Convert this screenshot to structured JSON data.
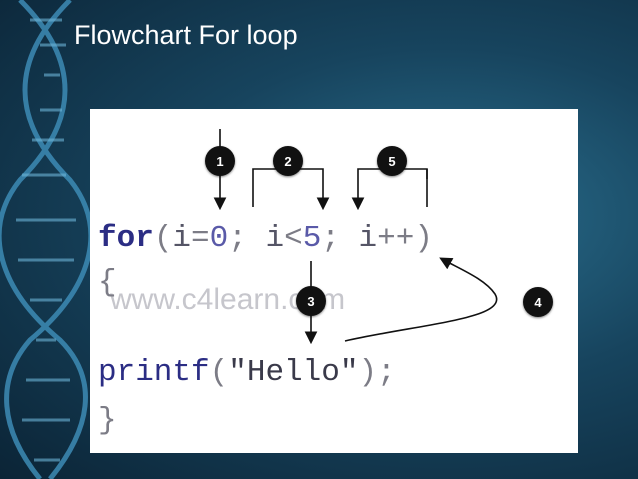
{
  "slide": {
    "title": "Flowchart For loop"
  },
  "code": {
    "line1": {
      "keyword": "for",
      "open_paren": "(",
      "init_var": "i",
      "init_op": "=",
      "init_val": "0",
      "semi1": ";",
      "cond_var": "i",
      "cond_op": "<",
      "cond_val": "5",
      "semi2": ";",
      "inc_var": "i",
      "inc_op": "++",
      "close_paren": ")"
    },
    "open_brace": "{",
    "body": {
      "fn": "printf",
      "open_paren": "(",
      "string": "\"Hello\"",
      "close_paren": ")",
      "semi": ";"
    },
    "close_brace": "}"
  },
  "watermark": "www.c4learn.com",
  "steps": [
    "1",
    "2",
    "3",
    "4",
    "5"
  ],
  "colors": {
    "keyword": "#2b2d84",
    "badge": "#111111",
    "background": "#17445e"
  }
}
